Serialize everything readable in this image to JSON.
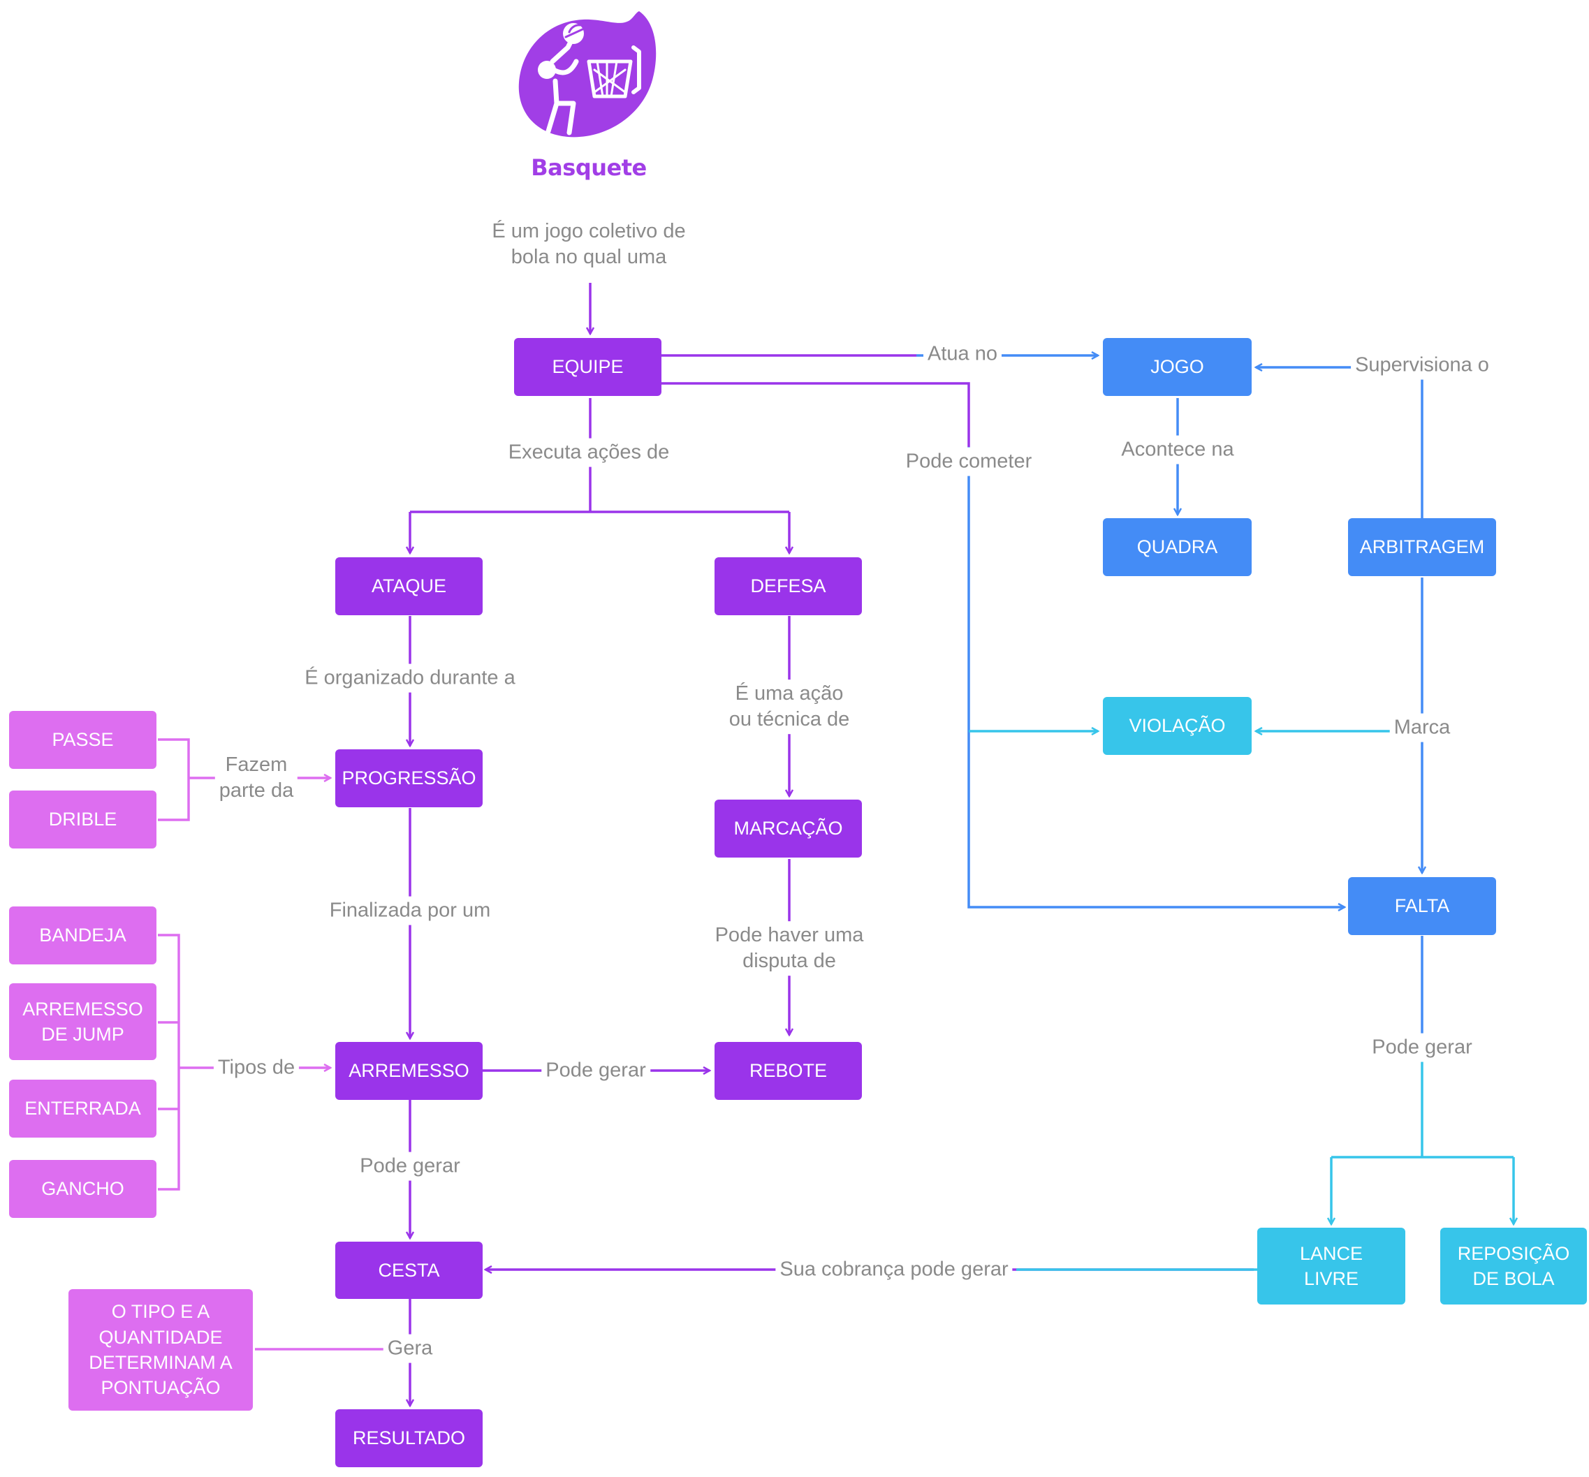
{
  "title": "Basquete",
  "intro": "É um jogo coletivo de\nbola no qual uma",
  "colors": {
    "purple": "#9a34ea",
    "pink": "#dd6ef0",
    "blue": "#448cf6",
    "cyan": "#37c5ea",
    "label": "#8a8a8a"
  },
  "icon": "basketball-player-icon",
  "nodes": {
    "equipe": "EQUIPE",
    "jogo": "JOGO",
    "quadra": "QUADRA",
    "arbitragem": "ARBITRAGEM",
    "ataque": "ATAQUE",
    "defesa": "DEFESA",
    "violacao": "VIOLAÇÃO",
    "passe": "PASSE",
    "drible": "DRIBLE",
    "progressao": "PROGRESSÃO",
    "marcacao": "MARCAÇÃO",
    "falta": "FALTA",
    "bandeja": "BANDEJA",
    "arremesso_jump": "ARREMESSO\nDE JUMP",
    "enterrada": "ENTERRADA",
    "gancho": "GANCHO",
    "arremesso": "ARREMESSO",
    "rebote": "REBOTE",
    "cesta": "CESTA",
    "lance_livre": "LANCE\nLIVRE",
    "reposicao": "REPOSIÇÃO\nDE BOLA",
    "tipo_quantidade": "O TIPO E A\nQUANTIDADE\nDETERMINAM A\nPONTUAÇÃO",
    "resultado": "RESULTADO"
  },
  "links": {
    "atua_no": "Atua no",
    "supervisiona": "Supervisiona o",
    "executa": "Executa ações de",
    "pode_cometer": "Pode cometer",
    "acontece_na": "Acontece na",
    "organizado": "É organizado durante a",
    "acao_tecnica": "É uma ação\nou técnica de",
    "fazem_parte": "Fazem\nparte da",
    "marca": "Marca",
    "finalizada": "Finalizada por um",
    "disputa": "Pode haver uma\ndisputa de",
    "tipos_de": "Tipos de",
    "pode_gerar_rebote": "Pode gerar",
    "pode_gerar_falta": "Pode gerar",
    "pode_gerar_cesta": "Pode gerar",
    "cobranca": "Sua cobrança pode gerar",
    "gera": "Gera"
  }
}
